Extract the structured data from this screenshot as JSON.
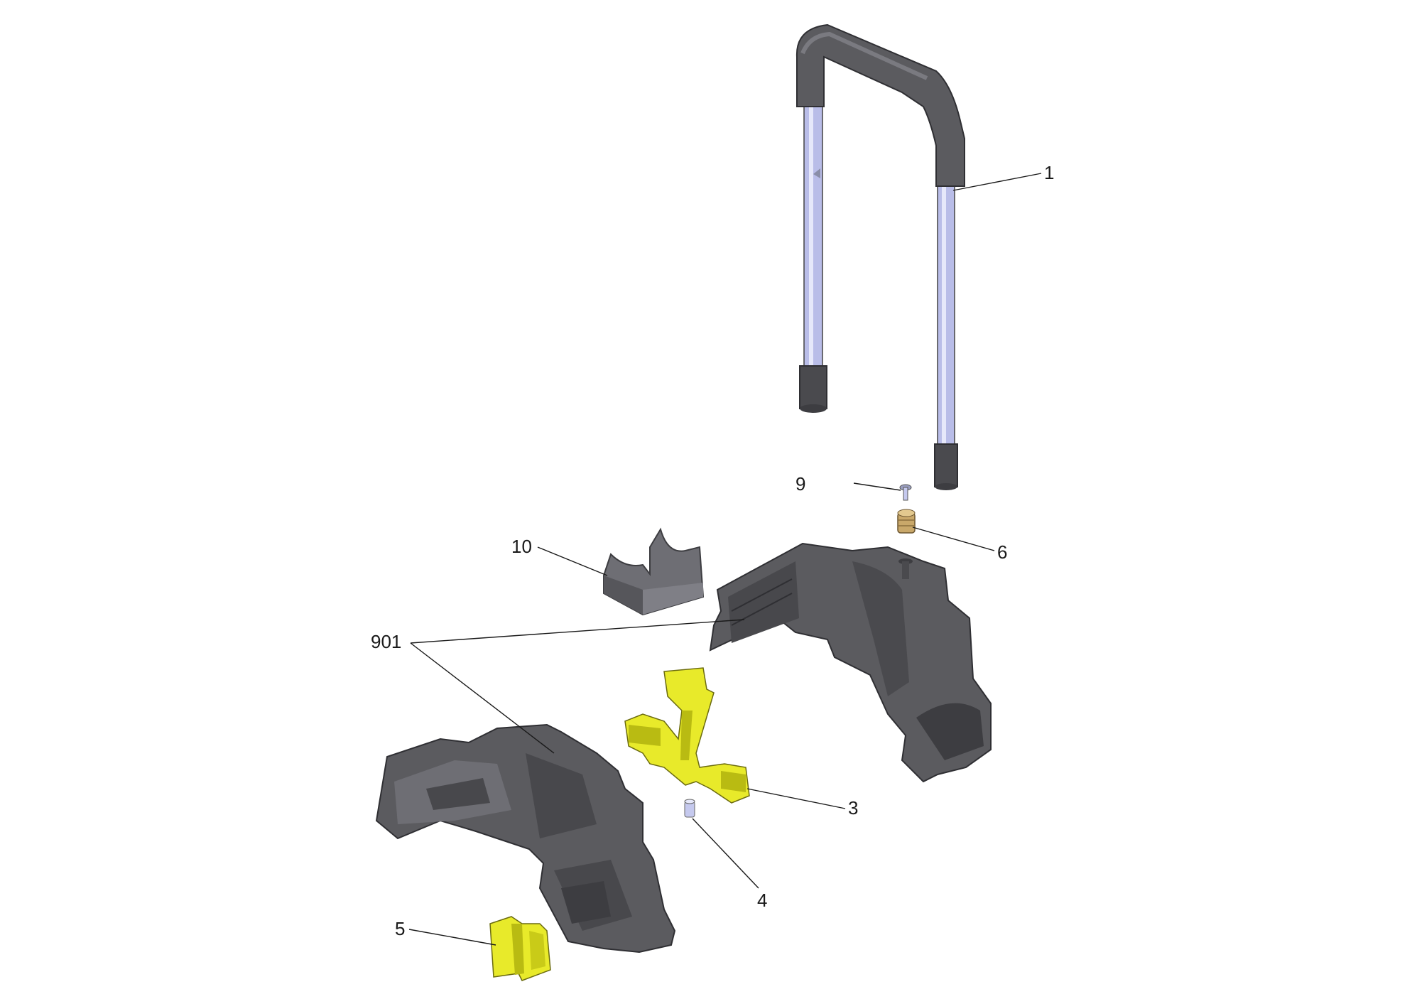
{
  "callouts": {
    "c1": "1",
    "c3": "3",
    "c4": "4",
    "c5": "5",
    "c6": "6",
    "c9": "9",
    "c10": "10",
    "c901": "901"
  },
  "colors": {
    "dark_plastic": "#5b5b5f",
    "dark_plastic_shade": "#3d3d41",
    "light_plastic": "#7a7a80",
    "tube": "#b9bde8",
    "tube_highlight": "#e6e8fa",
    "yellow_part": "#e8ea2a",
    "yellow_shade": "#b9bb12",
    "brass": "#c9a86a",
    "pin": "#c5c9ee"
  }
}
